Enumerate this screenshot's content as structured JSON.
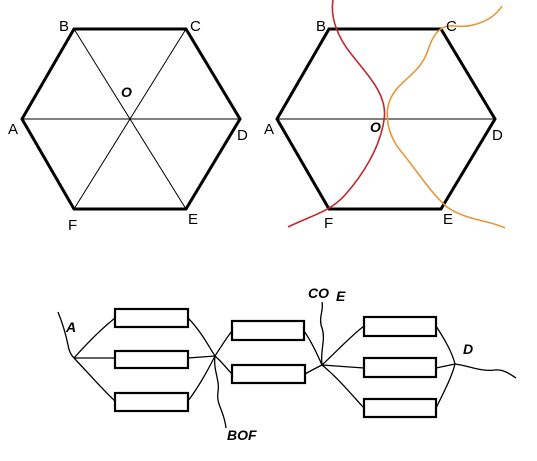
{
  "hexagon_plain": {
    "labels": {
      "A": "A",
      "B": "B",
      "C": "C",
      "D": "D",
      "E": "E",
      "F": "F",
      "O": "O"
    }
  },
  "hexagon_cut": {
    "labels": {
      "A": "A",
      "B": "B",
      "C": "C",
      "D": "D",
      "E": "E",
      "F": "F",
      "O": "O"
    },
    "colors": {
      "left_curve": "#c0282d",
      "right_curve": "#e8963a"
    }
  },
  "graph": {
    "labels": {
      "A": "A",
      "BOF": "BOF",
      "CO": "CO",
      "E": "E",
      "D": "D"
    },
    "box_groups": [
      3,
      2,
      3
    ]
  }
}
